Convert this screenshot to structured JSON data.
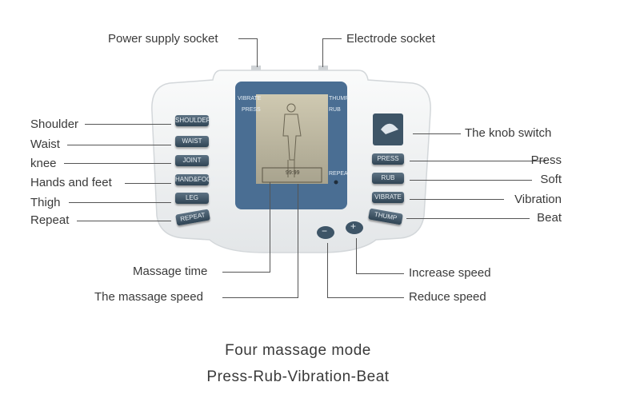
{
  "callouts": {
    "power_supply_socket": "Power supply socket",
    "electrode_socket": "Electrode socket",
    "shoulder": "Shoulder",
    "waist": "Waist",
    "knee": "knee",
    "hands_and_feet": "Hands and feet",
    "thigh": "Thigh",
    "repeat": "Repeat",
    "knob_switch": "The knob switch",
    "press": "Press",
    "soft": "Soft",
    "vibration": "Vibration",
    "beat": "Beat",
    "massage_time": "Massage time",
    "massage_speed": "The massage speed",
    "increase_speed": "Increase speed",
    "reduce_speed": "Reduce speed"
  },
  "device": {
    "left_buttons": [
      "SHOULDER",
      "WAIST",
      "JOINT",
      "HAND&FOOT",
      "LEG",
      "REPEAT"
    ],
    "right_buttons": [
      "PRESS",
      "RUB",
      "VIBRATE",
      "THUMP"
    ],
    "speed_buttons": {
      "minus": "−",
      "plus": "+"
    },
    "lcd": {
      "top_left": "VIBRATE",
      "top_left_2": "PRESS",
      "top_right": "THUMP",
      "top_right_2": "RUB",
      "repeat": "REPEAT",
      "timer": "99:99"
    }
  },
  "caption": {
    "line1": "Four massage mode",
    "line2": "Press-Rub-Vibration-Beat"
  },
  "colors": {
    "device_body": "#f1f3f4",
    "lcd_frame": "#4a6e93",
    "lcd_screen": "#b9b39d",
    "button": "#3e5567",
    "line": "#555555",
    "text": "#3a3a3a"
  }
}
